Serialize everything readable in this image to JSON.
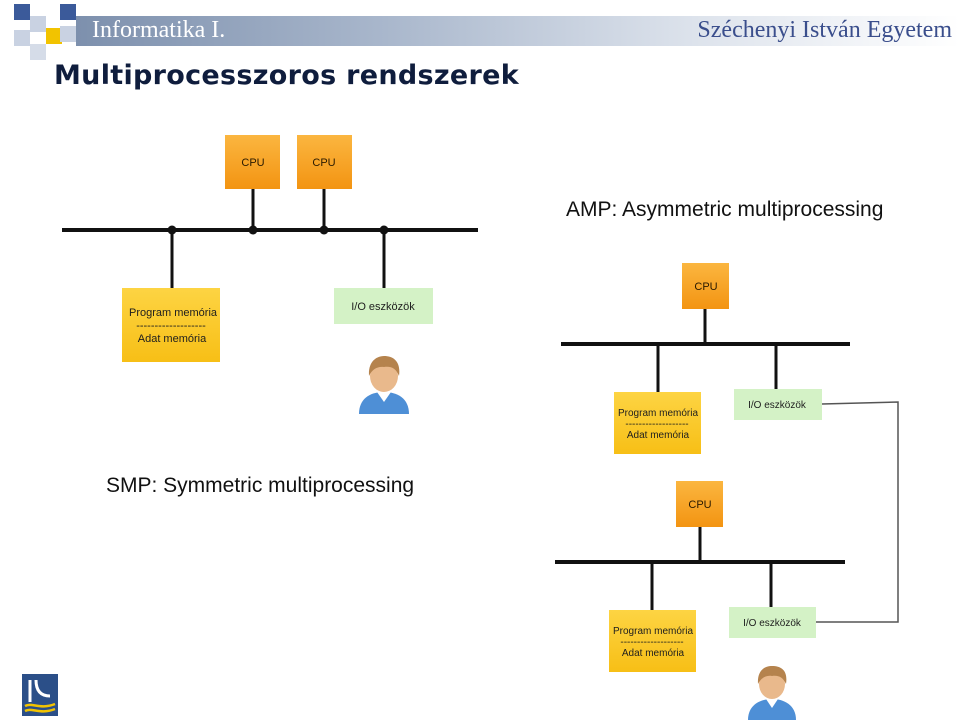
{
  "header": {
    "left_title": "Informatika I.",
    "right_title": "Széchenyi István Egyetem"
  },
  "page_title": "Multiprocesszoros rendszerek",
  "labels": {
    "amp": "AMP: Asymmetric multiprocessing",
    "smp": "SMP: Symmetric multiprocessing"
  },
  "nodes": {
    "cpu": "CPU",
    "program_memory": "Program memória",
    "separator": "-------------------",
    "data_memory": "Adat memória",
    "io": "I/O eszközök"
  },
  "colors": {
    "cpu": "#f7a21c",
    "memory": "#fccb2a",
    "io": "#d4f2c6",
    "bus": "#111111",
    "header_blue": "#3a4e8c"
  },
  "icons": {
    "user": "user-icon",
    "logo": "university-logo-icon"
  }
}
